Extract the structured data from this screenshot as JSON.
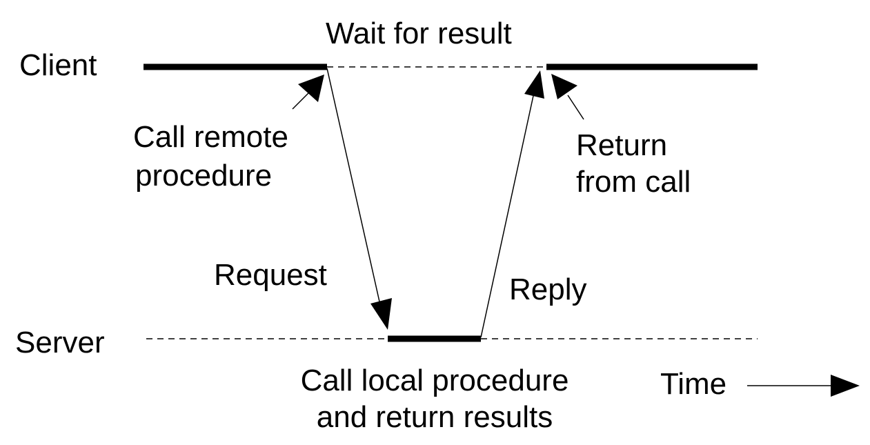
{
  "lanes": {
    "client": "Client",
    "server": "Server"
  },
  "labels": {
    "wait": "Wait for result",
    "call_remote_line1": "Call remote",
    "call_remote_line2": "procedure",
    "return_line1": "Return",
    "return_line2": "from call",
    "request": "Request",
    "reply": "Reply",
    "local_line1": "Call local procedure",
    "local_line2": "and return results",
    "time": "Time"
  },
  "colors": {
    "ink": "#000000",
    "background": "#ffffff"
  }
}
